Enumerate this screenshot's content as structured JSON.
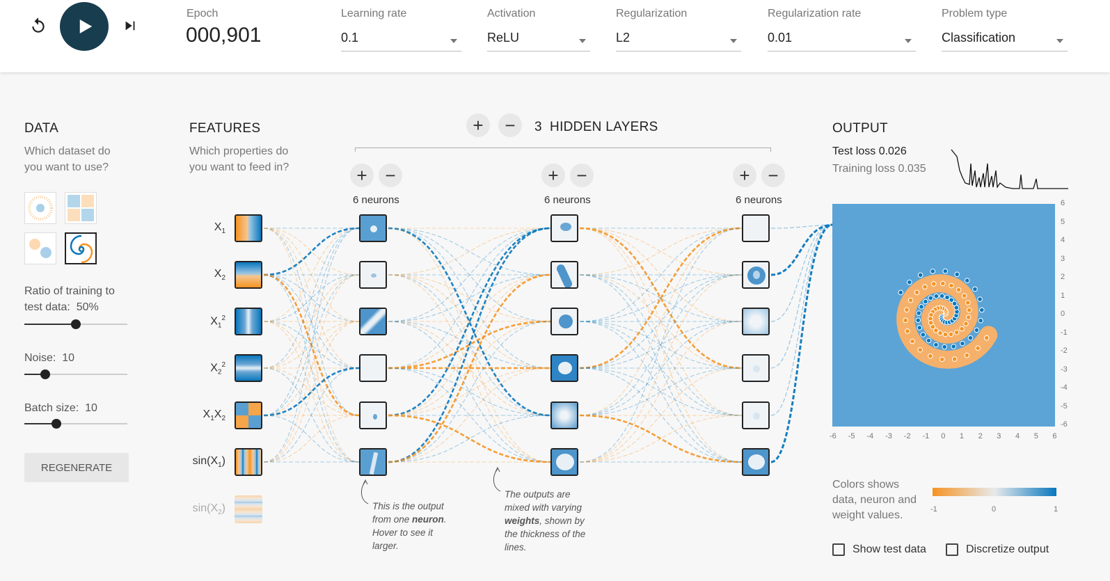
{
  "controls": {
    "epoch_label": "Epoch",
    "epoch_value": "000,901",
    "learning_rate_label": "Learning rate",
    "learning_rate_value": "0.1",
    "activation_label": "Activation",
    "activation_value": "ReLU",
    "regularization_label": "Regularization",
    "regularization_value": "L2",
    "regularization_rate_label": "Regularization rate",
    "regularization_rate_value": "0.01",
    "problem_type_label": "Problem type",
    "problem_type_value": "Classification"
  },
  "data_panel": {
    "title": "DATA",
    "question_line1": "Which dataset do",
    "question_line2": "you want to use?",
    "ratio_label_line1": "Ratio of training to",
    "ratio_label_line2": "test data:",
    "ratio_value": "50%",
    "ratio_fraction": 0.5,
    "noise_label": "Noise:",
    "noise_value": "10",
    "noise_fraction": 0.2,
    "batch_label": "Batch size:",
    "batch_value": "10",
    "batch_fraction": 0.31,
    "regenerate_label": "REGENERATE",
    "selected_dataset": "spiral"
  },
  "features_panel": {
    "title": "FEATURES",
    "question_line1": "Which properties do",
    "question_line2": "you want to feed in?",
    "features": [
      {
        "base": "X",
        "sub": "1",
        "sup": "",
        "active": true
      },
      {
        "base": "X",
        "sub": "2",
        "sup": "",
        "active": true
      },
      {
        "base": "X",
        "sub": "1",
        "sup": "2",
        "active": true
      },
      {
        "base": "X",
        "sub": "2",
        "sup": "2",
        "active": true
      },
      {
        "base": "X",
        "sub": "1",
        "sup": "",
        "base2": "X",
        "sub2": "2",
        "active": true
      },
      {
        "base": "sin(X",
        "sub": "1",
        "suffix": ")",
        "active": true
      },
      {
        "base": "sin(X",
        "sub": "2",
        "suffix": ")",
        "active": false
      }
    ]
  },
  "network": {
    "hidden_layer_count": "3",
    "hidden_layers_label": "HIDDEN LAYERS",
    "layers": [
      {
        "neurons_label": "6 neurons"
      },
      {
        "neurons_label": "6 neurons"
      },
      {
        "neurons_label": "6 neurons"
      }
    ],
    "annotation1_pre": "This is the output from one ",
    "annotation1_bold": "neuron",
    "annotation1_post": ". Hover to see it larger.",
    "annotation2_pre": "The outputs are mixed with varying ",
    "annotation2_bold": "weights",
    "annotation2_post": ", shown by the thickness of the lines."
  },
  "output_panel": {
    "title": "OUTPUT",
    "test_loss": "Test loss 0.026",
    "training_loss": "Training loss 0.035",
    "x_ticks": [
      "-6",
      "-5",
      "-4",
      "-3",
      "-2",
      "-1",
      "0",
      "1",
      "2",
      "3",
      "4",
      "5",
      "6"
    ],
    "y_ticks": [
      "6",
      "5",
      "4",
      "3",
      "2",
      "1",
      "0",
      "-1",
      "-2",
      "-3",
      "-4",
      "-5",
      "-6"
    ],
    "legend_text_line1": "Colors shows",
    "legend_text_line2": "data, neuron and",
    "legend_text_line3": "weight values.",
    "legend_min": "-1",
    "legend_mid": "0",
    "legend_max": "1",
    "show_test_data": "Show test data",
    "discretize_output": "Discretize output"
  },
  "colors": {
    "orange": "#f59322",
    "blue": "#0877bd",
    "play_bg": "#183d4e"
  },
  "icons": [
    "reset-icon",
    "play-icon",
    "step-icon",
    "plus-icon",
    "minus-icon"
  ]
}
